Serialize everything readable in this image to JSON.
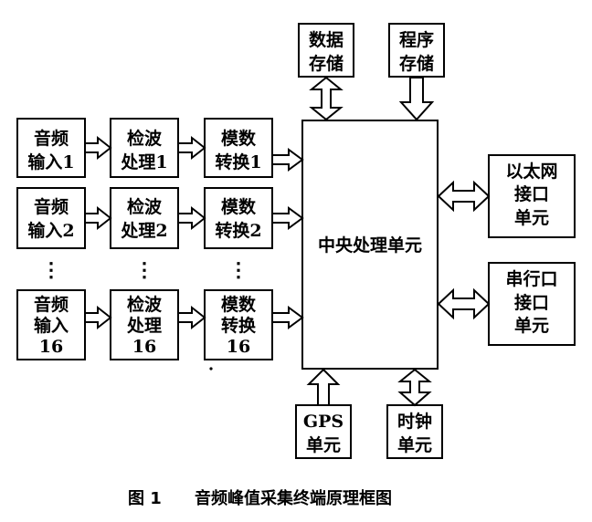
{
  "caption": {
    "figure_no": "图 1",
    "title": "音频峰值采集终端原理框图"
  },
  "ellipsis": "⋮",
  "blocks": {
    "audio_in_1": [
      "音频",
      "输入1"
    ],
    "audio_in_2": [
      "音频",
      "输入2"
    ],
    "audio_in_16": [
      "音频",
      "输入",
      "16"
    ],
    "detect_1": [
      "检波",
      "处理1"
    ],
    "detect_2": [
      "检波",
      "处理2"
    ],
    "detect_16": [
      "检波",
      "处理",
      "16"
    ],
    "adc_1": [
      "模数",
      "转换1"
    ],
    "adc_2": [
      "模数",
      "转换2"
    ],
    "adc_16": [
      "模数",
      "转换",
      "16"
    ],
    "cpu": [
      "中央处理单元"
    ],
    "data_storage": [
      "数据",
      "存储"
    ],
    "program_storage": [
      "程序",
      "存储"
    ],
    "ethernet": [
      "以太网",
      "接口",
      "单元"
    ],
    "serial": [
      "串行口",
      "接口",
      "单元"
    ],
    "gps": [
      "GPS",
      "单元"
    ],
    "clock": [
      "时钟",
      "单元"
    ]
  }
}
